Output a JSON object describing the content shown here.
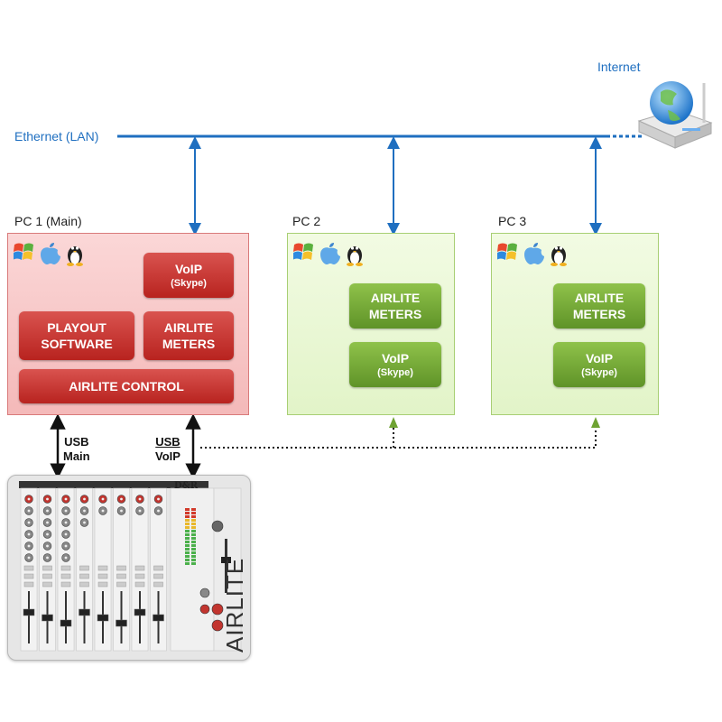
{
  "network": {
    "lan_label": "Ethernet (LAN)",
    "internet_label": "Internet"
  },
  "pcs": [
    {
      "title": "PC 1 (Main)",
      "blocks": {
        "voip": "VoIP",
        "voip_sub": "(Skype)",
        "playout": "PLAYOUT SOFTWARE",
        "meters": "AIRLITE METERS",
        "control": "AIRLITE CONTROL"
      }
    },
    {
      "title": "PC 2",
      "blocks": {
        "meters": "AIRLITE METERS",
        "voip": "VoIP",
        "voip_sub": "(Skype)"
      }
    },
    {
      "title": "PC 3",
      "blocks": {
        "meters": "AIRLITE METERS",
        "voip": "VoIP",
        "voip_sub": "(Skype)"
      }
    }
  ],
  "usb": {
    "main_line1": "USB",
    "main_line2": "Main",
    "voip_line1": "USB",
    "voip_line2": "VoIP"
  },
  "mixer": {
    "brand": "AIRLITE",
    "logo": "D&R"
  },
  "os_icons": [
    "windows-icon",
    "apple-icon",
    "linux-icon"
  ],
  "colors": {
    "lan": "#1f6fc0",
    "pc_main": "#f4b9b9",
    "pc_secondary": "#e2f4c8",
    "btn_red": "#c0302b",
    "btn_green": "#6fa333"
  }
}
